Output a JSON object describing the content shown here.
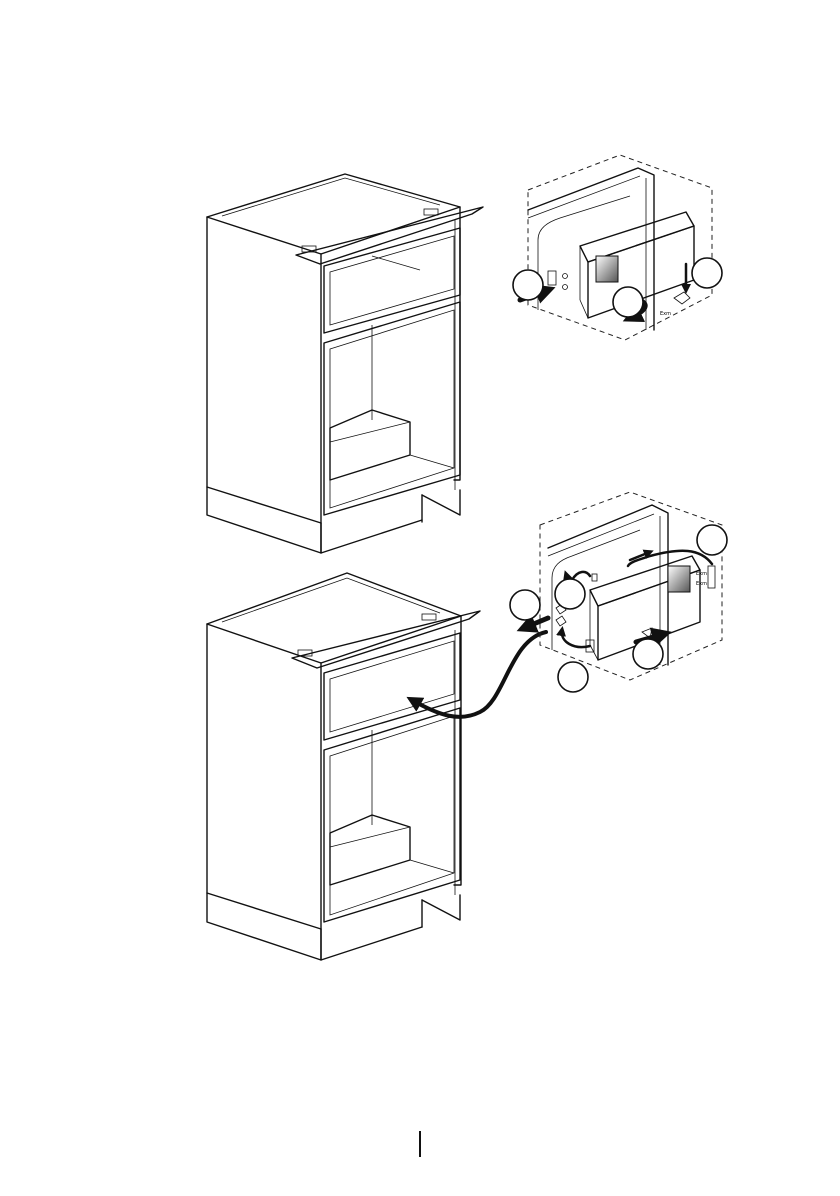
{
  "page": {
    "number": ""
  },
  "colors": {
    "line": "#111111",
    "background": "#ffffff"
  },
  "figures": [
    {
      "name": "cabinet-top",
      "step_callouts": []
    },
    {
      "name": "detail-top",
      "step_callouts": [
        "",
        "",
        ""
      ]
    },
    {
      "name": "cabinet-bottom",
      "step_callouts": []
    },
    {
      "name": "detail-bottom",
      "step_callouts": [
        "",
        "",
        "",
        "",
        ""
      ]
    }
  ]
}
